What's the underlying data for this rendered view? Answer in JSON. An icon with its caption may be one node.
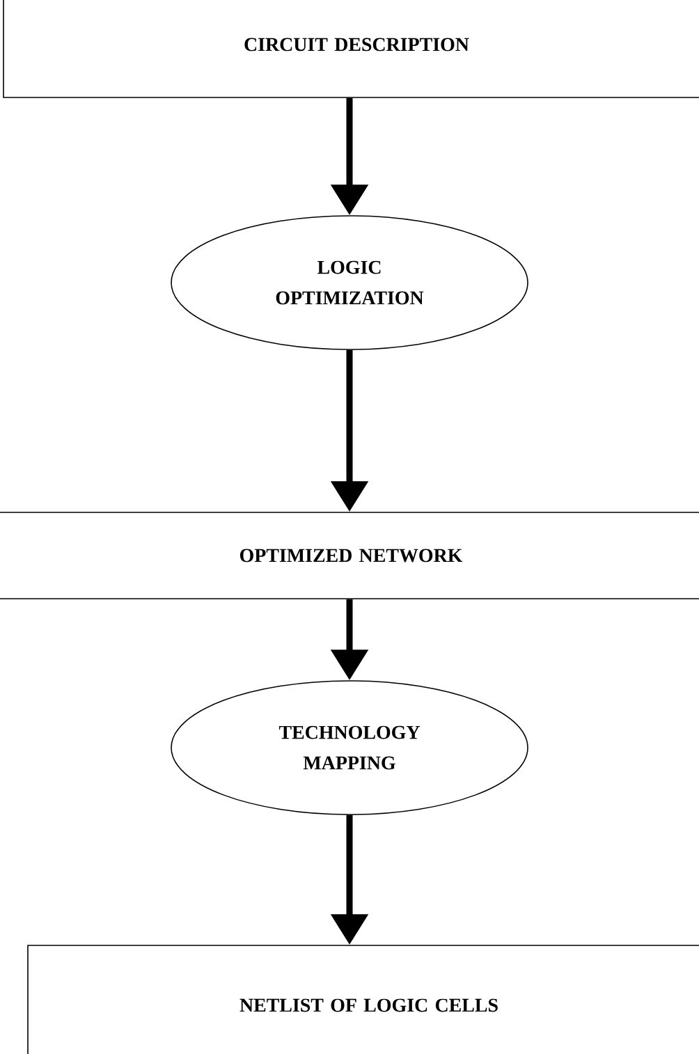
{
  "diagram": {
    "nodes": [
      {
        "text": [
          "CIRCUIT DESCRIPTION"
        ]
      },
      {
        "text": [
          "LOGIC OPTIMIZATION"
        ]
      },
      {
        "text": [
          "OPTIMIZED NETWORK"
        ]
      },
      {
        "text": [
          "TECHNOLOGY MAPPING"
        ]
      },
      {
        "text": [
          "NETLIST OF LOGIC CELLS"
        ]
      }
    ],
    "edges": [
      {
        "from": 0,
        "to": 1,
        "arrow": "to"
      },
      {
        "from": 1,
        "to": 2,
        "arrow": "to"
      },
      {
        "from": 2,
        "to": 3,
        "arrow": "to"
      },
      {
        "from": 3,
        "to": 4,
        "arrow": "to"
      }
    ]
  }
}
